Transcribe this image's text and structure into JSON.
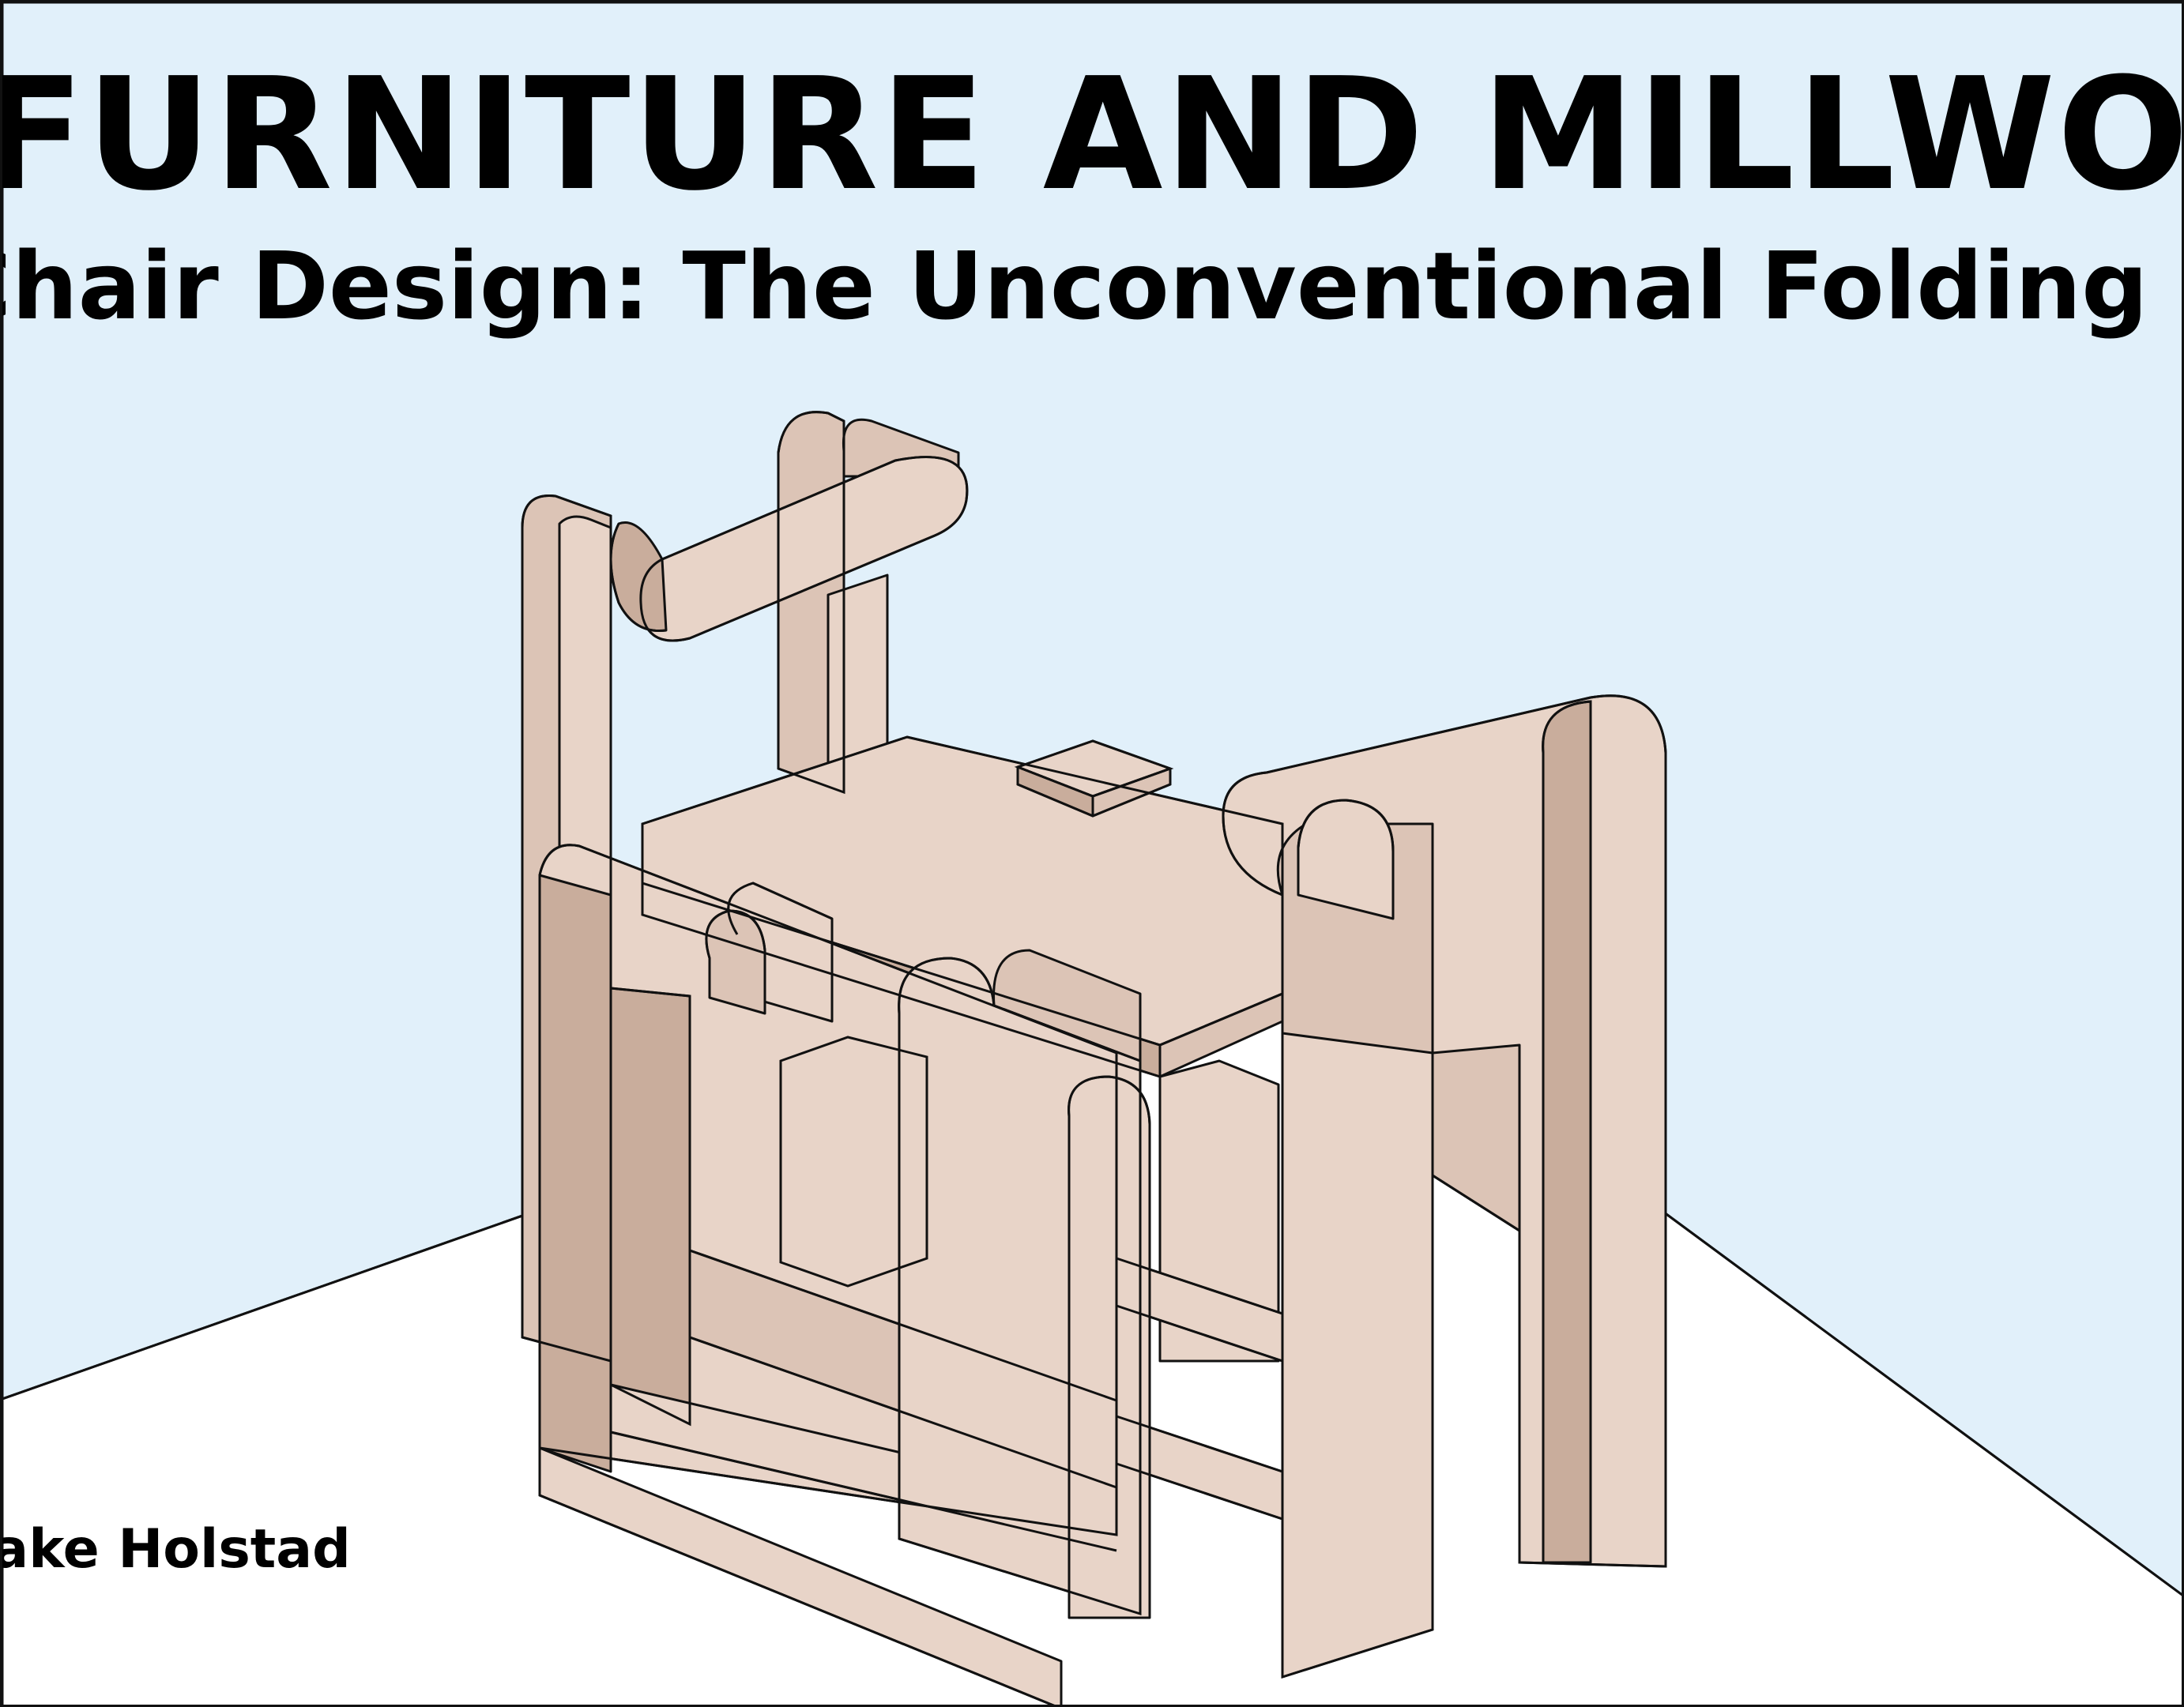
{
  "poster": {
    "title": "FURNITURE AND MILLWORK",
    "subtitle": "Chair Design: The Unconventional Folding Chair",
    "author": "Jake Holstad"
  },
  "colors": {
    "wall": "#e1f0fa",
    "floor": "#ffffff",
    "wood_light": "#e8d4c8",
    "wood_mid": "#dcc4b6",
    "wood_dark": "#c9ad9c",
    "outline": "#111111"
  }
}
